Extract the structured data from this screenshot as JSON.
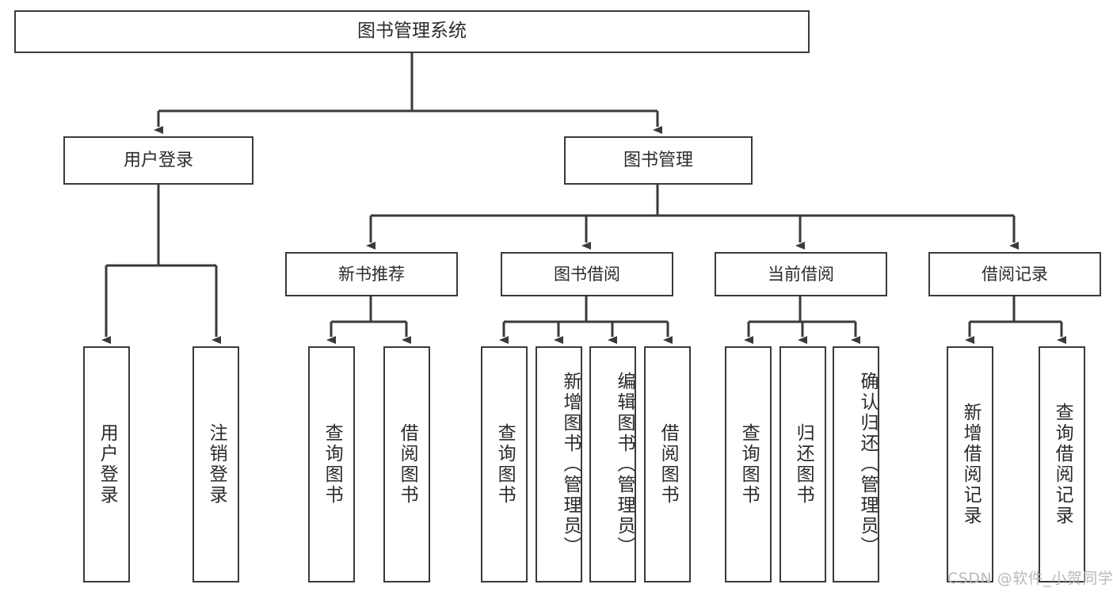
{
  "diagram": {
    "title": "图书管理系统",
    "type": "tree-hierarchy",
    "orientation": "top-down",
    "colors": {
      "stroke": "#3a3a3a",
      "fill": "#ffffff",
      "text": "#2b2b2b",
      "watermark": "#b9b9b9"
    },
    "root": {
      "label": "图书管理系统"
    },
    "level1": [
      {
        "id": "user-login",
        "label": "用户登录"
      },
      {
        "id": "book-management",
        "label": "图书管理"
      }
    ],
    "level2": [
      {
        "id": "new-book-recommend",
        "label": "新书推荐",
        "parent": "book-management"
      },
      {
        "id": "book-borrow",
        "label": "图书借阅",
        "parent": "book-management"
      },
      {
        "id": "current-borrow",
        "label": "当前借阅",
        "parent": "book-management"
      },
      {
        "id": "borrow-record",
        "label": "借阅记录",
        "parent": "book-management"
      }
    ],
    "leaves": [
      {
        "id": "leaf-user-login",
        "label": "用户登录",
        "parent": "user-login"
      },
      {
        "id": "leaf-logout",
        "label": "注销登录",
        "parent": "user-login"
      },
      {
        "id": "leaf-query-book-1",
        "label": "查询图书",
        "parent": "new-book-recommend"
      },
      {
        "id": "leaf-borrow-book-1",
        "label": "借阅图书",
        "parent": "new-book-recommend"
      },
      {
        "id": "leaf-query-book-2",
        "label": "查询图书",
        "parent": "book-borrow"
      },
      {
        "id": "leaf-add-book",
        "label": "新增图书（管理员）",
        "parent": "book-borrow"
      },
      {
        "id": "leaf-edit-book",
        "label": "编辑图书（管理员）",
        "parent": "book-borrow"
      },
      {
        "id": "leaf-borrow-book-2",
        "label": "借阅图书",
        "parent": "book-borrow"
      },
      {
        "id": "leaf-query-book-3",
        "label": "查询图书",
        "parent": "current-borrow"
      },
      {
        "id": "leaf-return-book",
        "label": "归还图书",
        "parent": "current-borrow"
      },
      {
        "id": "leaf-confirm-return",
        "label": "确认归还（管理员）",
        "parent": "current-borrow"
      },
      {
        "id": "leaf-add-record",
        "label": "新增借阅记录",
        "parent": "borrow-record"
      },
      {
        "id": "leaf-query-record",
        "label": "查询借阅记录",
        "parent": "borrow-record"
      }
    ]
  },
  "watermark": {
    "text": "CSDN @软件_小贺同学"
  }
}
